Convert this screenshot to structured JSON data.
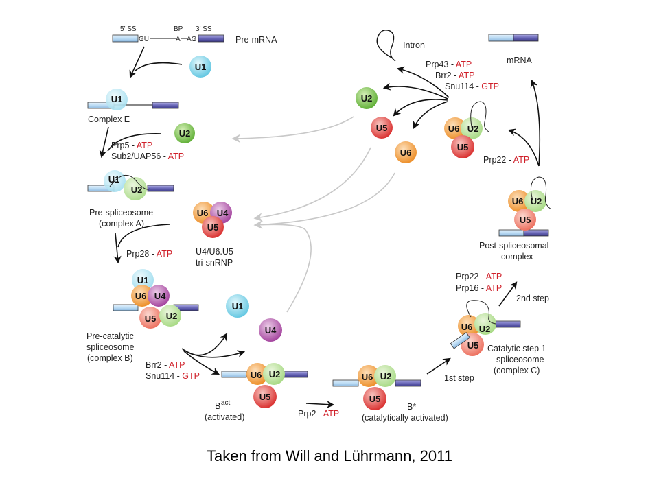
{
  "caption": "Taken from Will and Lührmann, 2011",
  "colors": {
    "U1": "#6fcde6",
    "U2": "#8cc850",
    "U4": "#b04aa8",
    "U5": "#e03030",
    "U6": "#f09a30",
    "exon5": "#bcdcf4",
    "exon3": "#6a68b8",
    "energy": "#d0202a"
  },
  "premrna": {
    "ss5": "5′ SS",
    "bp": "BP",
    "ss3": "3′ SS",
    "gu": "GU",
    "a": "A",
    "ag": "AG",
    "label": "Pre-mRNA"
  },
  "stages": {
    "complexE": "Complex E",
    "complexA": [
      "Pre-spliceosome",
      "(complex A)"
    ],
    "tri": [
      "U4/U6.U5",
      "tri-snRNP"
    ],
    "complexB": [
      "Pre-catalytic",
      "spliceosome",
      "(complex B)"
    ],
    "bact": {
      "main": "B",
      "sup": "act",
      "sub": "(activated)"
    },
    "bstar": [
      "B*",
      "(catalytically activated)"
    ],
    "complexC": [
      "Catalytic step 1",
      "spliceosome",
      "(complex C)"
    ],
    "post": [
      "Post-spliceosomal",
      "complex"
    ],
    "intron": "Intron",
    "mrna": "mRNA"
  },
  "steps": {
    "first": "1st step",
    "second": "2nd step"
  },
  "factors": [
    {
      "id": "prp5",
      "name": "Prp5 - ",
      "energy": "ATP"
    },
    {
      "id": "sub2",
      "name": "Sub2/UAP56 - ",
      "energy": "ATP"
    },
    {
      "id": "prp28",
      "name": "Prp28 - ",
      "energy": "ATP"
    },
    {
      "id": "brr2a",
      "name": "Brr2 - ",
      "energy": "ATP"
    },
    {
      "id": "snu114a",
      "name": "Snu114 - ",
      "energy": "GTP"
    },
    {
      "id": "prp2",
      "name": "Prp2 - ",
      "energy": "ATP"
    },
    {
      "id": "prp22a",
      "name": "Prp22 - ",
      "energy": "ATP"
    },
    {
      "id": "prp16",
      "name": "Prp16 - ",
      "energy": "ATP"
    },
    {
      "id": "prp22b",
      "name": "Prp22 - ",
      "energy": "ATP"
    },
    {
      "id": "prp43",
      "name": "Prp43 - ",
      "energy": "ATP"
    },
    {
      "id": "brr2b",
      "name": "Brr2 - ",
      "energy": "ATP"
    },
    {
      "id": "snu114b",
      "name": "Snu114 - ",
      "energy": "GTP"
    }
  ],
  "snrnps": [
    "U1",
    "U2",
    "U4",
    "U5",
    "U6"
  ]
}
